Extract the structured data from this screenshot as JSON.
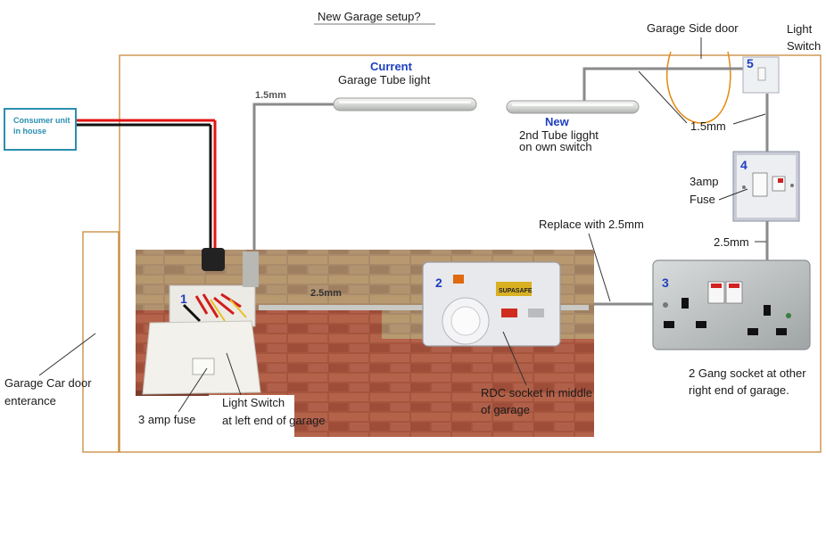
{
  "title": "New Garage setup?",
  "consumer_unit": {
    "line1": "Consumer unit",
    "line2": "in house"
  },
  "car_door": {
    "line1": "Garage Car door",
    "line2": "enterance"
  },
  "current_light": {
    "heading": "Current",
    "label": "Garage Tube light"
  },
  "new_light": {
    "heading": "New",
    "line1": "2nd Tube ligght",
    "line2": "on own switch"
  },
  "side_door": {
    "label": "Garage Side door"
  },
  "light_switch_top": {
    "line1": "Light",
    "line2": "Switch"
  },
  "cables": {
    "c1": "1.5mm",
    "c2": "1.5mm",
    "c3": "2.5mm",
    "c4": "2.5mm",
    "replace": "Replace with 2.5mm"
  },
  "fuse_4": {
    "line1": "3amp",
    "line2": "Fuse"
  },
  "numbers": {
    "n1": "1",
    "n2": "2",
    "n3": "3",
    "n4": "4",
    "n5": "5"
  },
  "box1": {
    "fuse_label": "3 amp fuse",
    "switch_line1": "Light Switch",
    "switch_line2": "at left end of garage"
  },
  "box2": {
    "line1": "RDC socket in middle",
    "line2": "of garage",
    "brand": "SUPASAFE"
  },
  "box3": {
    "line1": "2 Gang socket at other",
    "line2": "right end of garage."
  },
  "colors": {
    "outline": "#c8883a",
    "live": "#e01515",
    "neutral": "#111111",
    "cable": "#8a8a8a",
    "number": "#1f3fbf",
    "consumer": "#2a8fb0"
  }
}
